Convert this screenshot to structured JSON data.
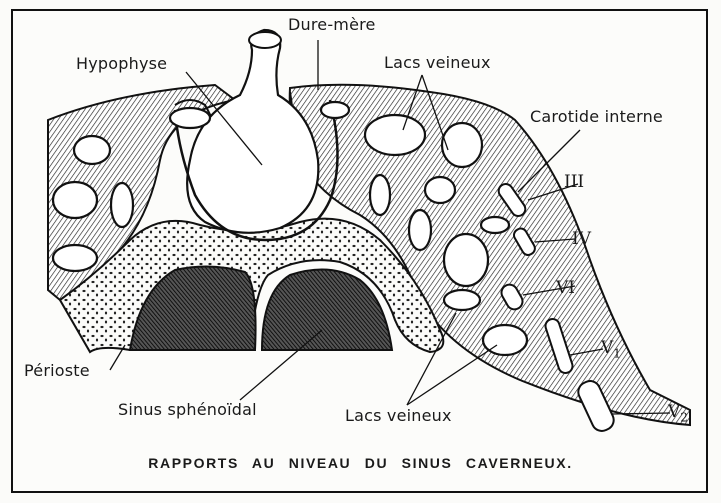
{
  "labels": {
    "dure_mere": "Dure-mère",
    "hypophyse": "Hypophyse",
    "lacs_veineux_top": "Lacs veineux",
    "carotide_interne": "Carotide interne",
    "nerve_iii": "III",
    "nerve_iv": "IV",
    "nerve_vi": "VI",
    "nerve_v": "V",
    "nerve_v1_sub": "1",
    "nerve_v2_sub": "2",
    "perioste": "Périoste",
    "sinus_sphenoidal": "Sinus sphénoïdal",
    "lacs_veineux_bottom": "Lacs veineux"
  },
  "caption": "RAPPORTS AU NIVEAU DU SINUS CAVERNEUX."
}
